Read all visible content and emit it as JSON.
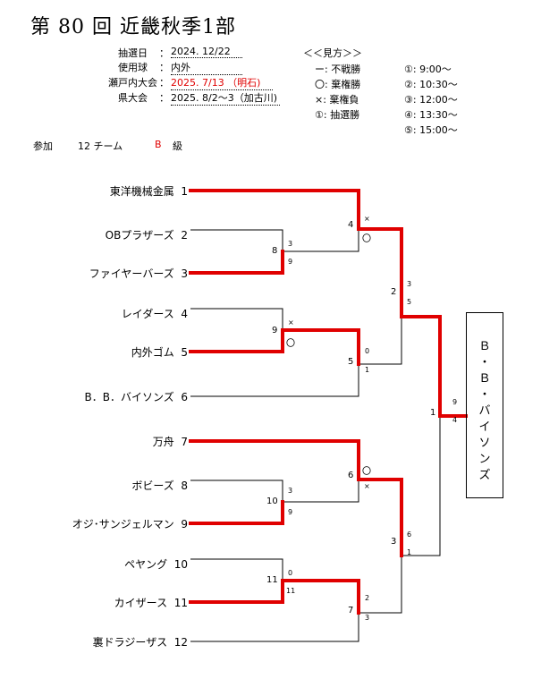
{
  "title": "第 80 回 近畿秋季1部",
  "info": [
    {
      "label": "抽選日",
      "value": "2024. 12/22",
      "red": false
    },
    {
      "label": "使用球",
      "value": "内外",
      "red": false
    },
    {
      "label": "瀬戸内大会",
      "value": "2025. 7/13 （明石)",
      "red": true
    },
    {
      "label": "県大会",
      "value": "2025. 8/2〜3（加古川)",
      "red": false
    }
  ],
  "colon": "：",
  "legend": {
    "header": "＜＜見方＞＞",
    "items": [
      "ー: 不戦勝",
      "〇: 棄権勝",
      "×: 棄権負",
      "①: 抽選勝"
    ]
  },
  "times": [
    "①:  9:00〜",
    "②: 10:30〜",
    "③: 12:00〜",
    "④: 13:30〜",
    "⑤: 15:00〜"
  ],
  "participation": {
    "label": "参加",
    "count": "12 チーム",
    "grade_letter": "B",
    "grade_suffix": "級"
  },
  "teams": [
    {
      "name": "東洋機械金属",
      "seed": "1"
    },
    {
      "name": "OBプラザーズ",
      "seed": "2"
    },
    {
      "name": "ファイヤーバーズ",
      "seed": "3"
    },
    {
      "name": "レイダース",
      "seed": "4"
    },
    {
      "name": "内外ゴム",
      "seed": "5"
    },
    {
      "name": "B．B．バイソンズ",
      "seed": "6"
    },
    {
      "name": "万舟",
      "seed": "7"
    },
    {
      "name": "ボビーズ",
      "seed": "8"
    },
    {
      "name": "オジ･サンジェルマン",
      "seed": "9"
    },
    {
      "name": "ペヤング",
      "seed": "10"
    },
    {
      "name": "カイザース",
      "seed": "11"
    },
    {
      "name": "裏ドラジーザス",
      "seed": "12"
    }
  ],
  "matches": [
    {
      "id": "m8",
      "no": "8",
      "top": "3",
      "bottom": "9"
    },
    {
      "id": "m9",
      "no": "9",
      "top": "×",
      "bottom": "〇"
    },
    {
      "id": "m10",
      "no": "10",
      "top": "3",
      "bottom": "9"
    },
    {
      "id": "m11",
      "no": "11",
      "top": "0",
      "bottom": "11"
    },
    {
      "id": "m4",
      "no": "4",
      "top": "×",
      "bottom": "〇"
    },
    {
      "id": "m5",
      "no": "5",
      "top": "0",
      "bottom": "1"
    },
    {
      "id": "m6",
      "no": "6",
      "top": "〇",
      "bottom": "×"
    },
    {
      "id": "m7",
      "no": "7",
      "top": "2",
      "bottom": "3"
    },
    {
      "id": "m2",
      "no": "2",
      "top": "3",
      "bottom": "5"
    },
    {
      "id": "m3",
      "no": "3",
      "top": "6",
      "bottom": "1"
    },
    {
      "id": "m1",
      "no": "1",
      "top": "9",
      "bottom": "4"
    }
  ],
  "champion": [
    "Ｂ",
    "・",
    "Ｂ",
    "・",
    "バ",
    "イ",
    "ソ",
    "ン",
    "ズ"
  ],
  "colors": {
    "win_line": "#e00000",
    "line": "#000000",
    "accent_text": "#e00000"
  }
}
